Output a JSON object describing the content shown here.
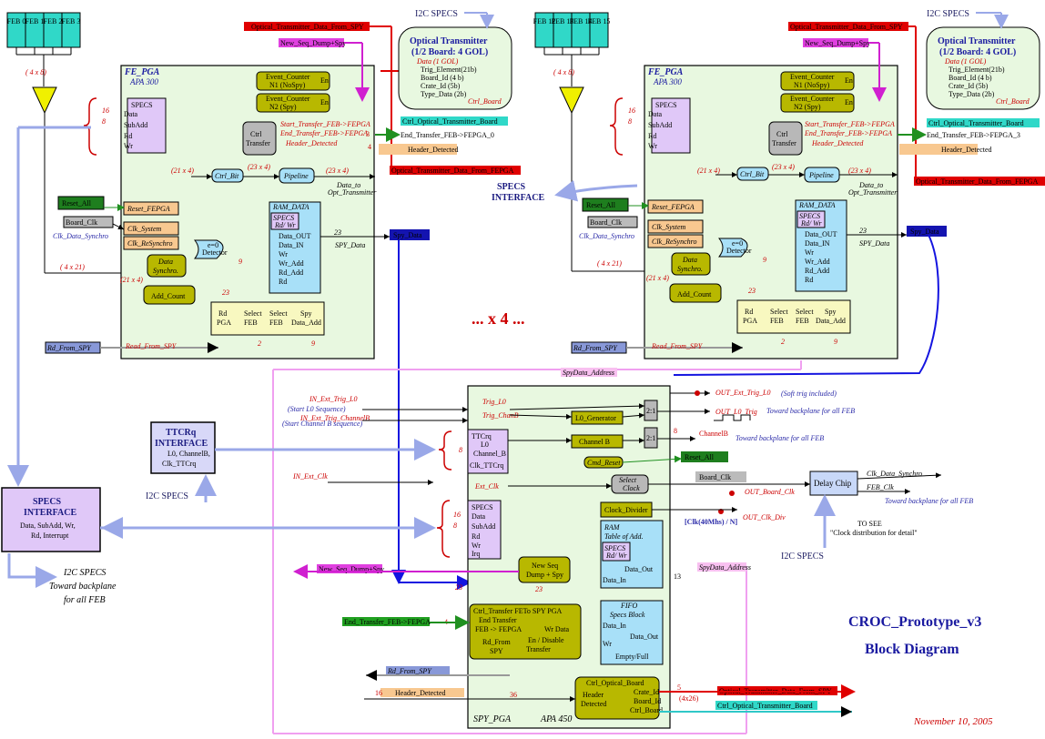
{
  "title": {
    "line1": "CROC_Prototype_v3",
    "line2": "Block Diagram",
    "date": "November 10, 2005"
  },
  "center_label": "... x 4 ...",
  "left_fe": {
    "feb_boxes": [
      "FEB 0",
      "FEB 1",
      "FEB 2",
      "FEB 3"
    ],
    "fe_pga_title": "FE_PGA",
    "fe_pga_chip": "APA 300",
    "bus_width": "( 4 x 8)",
    "specs_block": {
      "title": "SPECS",
      "ports": [
        "Data",
        "SubAdd",
        "Rd",
        "Wr"
      ]
    },
    "event_counter_1": {
      "line1": "Event_Counter",
      "line2": "N1 (NoSpy)",
      "en": "En"
    },
    "event_counter_2": {
      "line1": "Event_Counter",
      "line2": "N2 (Spy)",
      "en": "En"
    },
    "ctrl_transfer": {
      "line1": "Ctrl",
      "line2": "Transfer"
    },
    "signals": {
      "start_transfer": "Start_Transfer_FEB->FEPGA",
      "end_transfer": "End_Transfer_FEB->FEPGA",
      "header_detected": "Header_Detected",
      "opt_tx_data": "Optical_Transmitter_Data_From_FEPGA",
      "ctrl_opt_board": "Ctrl_Optical_Transmitter_Board",
      "end_transfer_out": "End_Transfer_FEB->FEPGA_0",
      "header_detected_out": "Header_Detected",
      "reset_fepga": "Reset_FEPGA",
      "clk_system": "Clk_System",
      "clk_resynchro": "Clk_ReSynchro",
      "board_clk": "Board_Clk",
      "clk_data_synchro": "Clk_Data_Synchro",
      "reset_all": "Reset_All",
      "bus_4x21": "( 4 x 21)",
      "bus_21x4": "(21 x 4)",
      "bus_23x4": "(23 x 4)",
      "data_to_opt": "Data_to",
      "opt_transmitter": "Opt_Transmitter",
      "spy_data": "SPY_Data",
      "rd_from_spy": "Rd_From_SPY",
      "read_from_spy": "Read_From_SPY",
      "new_seq_dump": "New_Seq_Dump+Spy",
      "opt_tx_data_from_spy": "Optical_Transmitter_Data_From_SPY",
      "n23": "23",
      "n2": "2",
      "n9": "9",
      "n16": "16",
      "n8": "8",
      "n4": "4",
      "n3": "3",
      "spy_data_out": "Spy_Data"
    },
    "ctrl_bit": "Ctrl_Bit",
    "pipeline": "Pipeline",
    "ram_data": {
      "title": "RAM_DATA",
      "specs": "SPECS",
      "rw": "Rd/ Wr",
      "ports": [
        "Data_OUT",
        "Data_IN",
        "Wr",
        "Wr_Add",
        "Rd_Add",
        "Rd"
      ]
    },
    "detector": {
      "line1": "e=0",
      "line2": "Detector"
    },
    "data_synchro": {
      "line1": "Data",
      "line2": "Synchro."
    },
    "add_count": "Add_Count",
    "select_box": [
      "Rd",
      "PGA",
      "Select",
      "FEB",
      "Select",
      "FEB",
      "Spy",
      "Data_Add"
    ]
  },
  "optical_tx_left": {
    "title": "Optical Transmitter",
    "subtitle": "(1/2 Board: 4 GOL)",
    "items": [
      "Data (1 GOL)",
      "Trig_Element(21b)",
      "Board_Id (4 b)",
      "Crate_Id (5b)",
      "Type_Data (2b)"
    ],
    "ctrl": "Ctrl_Board",
    "i2c": "I2C SPECS"
  },
  "right_fe": {
    "feb_boxes": [
      "FEB 12",
      "FEB 13",
      "FEB 14",
      "FEB 15"
    ],
    "end_transfer_out": "End_Transfer_FEB->FEPGA_3"
  },
  "specs_interface_top": {
    "line1": "SPECS",
    "line2": "INTERFACE"
  },
  "ttcrq_interface": {
    "line1": "TTCRq",
    "line2": "INTERFACE",
    "line3": "L0, ChannelB,",
    "line4": "Clk_TTCrq"
  },
  "specs_interface_left": {
    "line1": "SPECS",
    "line2": "INTERFACE",
    "line3": "Data, SubAdd, Wr,",
    "line4": "Rd, Interrupt"
  },
  "i2c_bottom_left": {
    "line1": "I2C SPECS",
    "line2": "Toward backplane",
    "line3": "for all FEB"
  },
  "i2c_mid_left": "I2C SPECS",
  "i2c_bottom_right": "I2C SPECS",
  "spy_pga": {
    "title": "SPY_PGA",
    "chip": "APA 450",
    "ttcrq": {
      "title": "TTCrq",
      "ports": [
        "L0",
        "Channel_B",
        "Clk_TTCrq"
      ]
    },
    "trig_l0": "Trig_L0",
    "trig_chanb": "Trig_ChanB",
    "l0_generator": "L0_Generator",
    "channel_b": "Channel B",
    "mux": "2:1",
    "cmd_reset": "Cmd_Reset",
    "select_clock": {
      "line1": "Select",
      "line2": "Clock"
    },
    "ext_clk": "Ext_Clk",
    "clock_divider": "Clock_Divider",
    "specs": {
      "title": "SPECS",
      "ports": [
        "Data",
        "SubAdd",
        "Rd",
        "Wr",
        "Irq"
      ]
    },
    "ram": {
      "line1": "RAM",
      "line2": "Table of Add.",
      "specs": "SPECS",
      "rw": "Rd/ Wr",
      "ports": [
        "Data_Out",
        "Data_In"
      ]
    },
    "new_seq": {
      "line1": "New Seq",
      "line2": "Dump + Spy"
    },
    "ctrl_transfer": {
      "title": "Ctrl_Transfer FETo SPY PGA",
      "end": "End Transfer",
      "feb": "FEB -> FEPGA",
      "wr_data": "Wr Data",
      "rd_from": "Rd_From",
      "spy": "SPY",
      "en_dis": "En / Disable",
      "transfer": "Transfer"
    },
    "fifo": {
      "title": "FIFO",
      "sub": "Specs Block",
      "ports": [
        "Data_In",
        "Data_Out",
        "Wr",
        "Empty/Full"
      ]
    },
    "ctrl_opt_board": {
      "title": "Ctrl_Optical_Board",
      "header": "Header",
      "detected": "Detected",
      "ports": [
        "Crate_Id",
        "Board_Id",
        "Ctrl_Board"
      ]
    }
  },
  "spy_signals": {
    "in_ext_trig_l0": "IN_Ext_Trig_L0",
    "start_l0": "(Start L0 Sequence)",
    "in_ext_trig_chb": "IN_Ext_Trig_ChannelB",
    "start_chb": "(Start Channel B sequence)",
    "out_ext_trig": "OUT_Ext_Trig_L0",
    "soft_trig": "(Soft trig included)",
    "out_l0_trig": "OUT_L0_Trig",
    "toward_l0": "Toward backplane for all FEB",
    "channelb": "ChannelB",
    "toward_chb": "Toward backplane for all FEB",
    "reset_all": "Reset_All",
    "in_ext_clk": "IN_Ext_Clk",
    "board_clk": "Board_Clk",
    "out_board_clk": "OUT_Board_Clk",
    "delay_chip": "Delay Chip",
    "clk_data_synchro": "Clk_Data_Synchro",
    "feb_clk": "FEB_Clk",
    "toward_clk": "Toward backplane for all FEB",
    "clk_div": "[Clk(40Mhs) / N]",
    "out_clk_div": "OUT_Clk_Div",
    "to_see": "TO SEE",
    "clock_dist": "\"Clock distribution for detail\"",
    "new_seq": "New_Seq_Dump+Spy",
    "spy_data_address": "SpyData_Address",
    "spy_data_address2": "SpyData_Address",
    "end_transfer_in": "End_Transfer_FEB->FEPGA",
    "rd_from_spy": "Rd_From_SPY",
    "header_detected": "Header_Detected",
    "opt_tx_data": "Optical_Transmitter_Data_From_SPY",
    "ctrl_opt_board": "Ctrl_Optical_Transmitter_Board",
    "n4": "4",
    "n13": "13",
    "n23": "23",
    "n16": "16",
    "n36": "36",
    "n5": "5",
    "n4x26": "(4x26)",
    "n8": "8"
  },
  "colors": {
    "box_green": "#e8f8e0",
    "olive": "#b8b800",
    "lilac": "#e0c8f8",
    "light_blue": "#a8e0f8",
    "cyan": "#30d8c8",
    "orange": "#f8c890",
    "red_line": "#e00000",
    "blue_line": "#1414e0",
    "pink": "#f0a0f0",
    "green_arrow": "#209020"
  }
}
